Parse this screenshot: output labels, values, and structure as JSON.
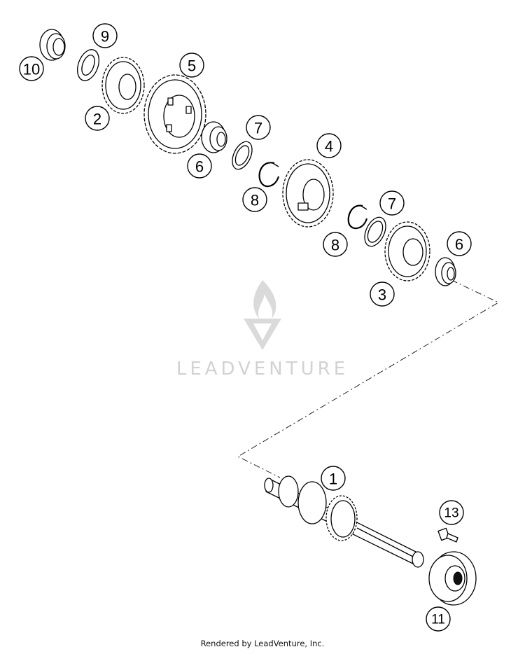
{
  "diagram": {
    "callouts": [
      {
        "id": "c10",
        "label": "10"
      },
      {
        "id": "c9",
        "label": "9"
      },
      {
        "id": "c2",
        "label": "2"
      },
      {
        "id": "c5",
        "label": "5"
      },
      {
        "id": "c6a",
        "label": "6"
      },
      {
        "id": "c7a",
        "label": "7"
      },
      {
        "id": "c8a",
        "label": "8"
      },
      {
        "id": "c4",
        "label": "4"
      },
      {
        "id": "c7b",
        "label": "7"
      },
      {
        "id": "c8b",
        "label": "8"
      },
      {
        "id": "c6b",
        "label": "6"
      },
      {
        "id": "c3",
        "label": "3"
      },
      {
        "id": "c1",
        "label": "1"
      },
      {
        "id": "c13",
        "label": "13"
      },
      {
        "id": "c11",
        "label": "11"
      }
    ]
  },
  "watermark": {
    "text": "LEADVENTURE",
    "icon": "flame-logo-icon"
  },
  "footer": {
    "text": "Rendered by LeadVenture, Inc."
  }
}
